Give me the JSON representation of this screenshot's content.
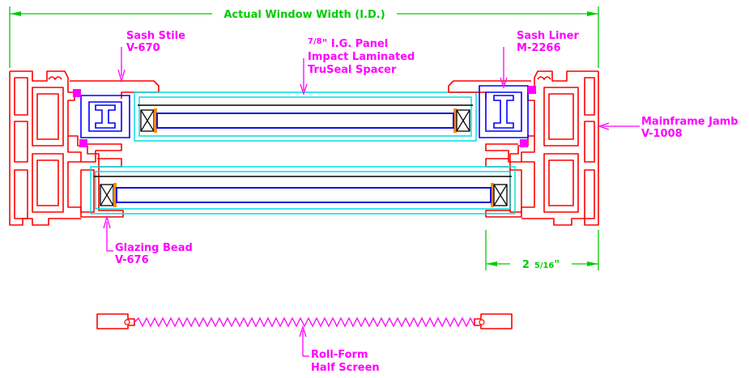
{
  "dimensions": {
    "width_label": "Actual Window Width (I.D.)",
    "depth_whole": "2",
    "depth_fraction": "5/16",
    "depth_inch_mark": "\""
  },
  "callouts": {
    "sash_stile": {
      "line1": "Sash Stile",
      "line2": "V-670"
    },
    "ig_panel": {
      "fraction": "7/8",
      "line1_rest": "\" I.G. Panel",
      "line2": "Impact Laminated",
      "line3": "TruSeal Spacer"
    },
    "sash_liner": {
      "line1": "Sash Liner",
      "line2": "M-2266"
    },
    "mainframe_jamb": {
      "line1": "Mainframe Jamb",
      "line2": "V-1008"
    },
    "glazing_bead": {
      "line1": "Glazing Bead",
      "line2": "V-676"
    },
    "half_screen": {
      "line1": "Roll-Form",
      "line2": "Half Screen"
    }
  },
  "colors": {
    "label": "#ff00ff",
    "dimension": "#00cc00",
    "frame": "#ff0000",
    "sash": "#0000ff",
    "glass": "#00dddd",
    "spacer": "#ff8800"
  }
}
